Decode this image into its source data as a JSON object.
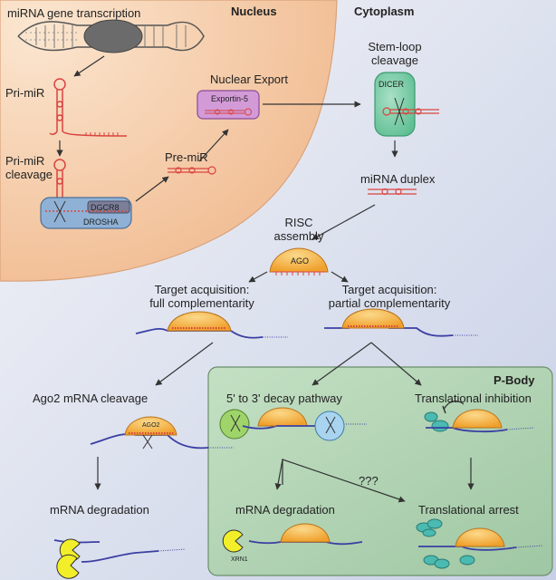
{
  "regions": {
    "nucleus": "Nucleus",
    "cytoplasm": "Cytoplasm",
    "pbody": "P-Body"
  },
  "steps": {
    "transcription": "miRNA gene transcription",
    "pri_mir": "Pri-miR",
    "pri_cleavage_1": "Pri-miR",
    "pri_cleavage_2": "cleavage",
    "pre_mir": "Pre-miR",
    "nuclear_export": "Nuclear Export",
    "stemloop_1": "Stem-loop",
    "stemloop_2": "cleavage",
    "duplex": "miRNA duplex",
    "risc_1": "RISC",
    "risc_2": "assembly",
    "full_1": "Target acquisition:",
    "full_2": "full complementarity",
    "partial_1": "Target acquisition:",
    "partial_2": "partial complementarity",
    "ago2_cleavage": "Ago2 mRNA cleavage",
    "degradation_left": "mRNA degradation",
    "decay": "5' to 3' decay pathway",
    "inhibition": "Translational inhibition",
    "degradation_right": "mRNA degradation",
    "arrest": "Translational arrest",
    "unknown": "???"
  },
  "proteins": {
    "dgcr8": "DGCR8",
    "drosha": "DROSHA",
    "exportin": "Exportin-5",
    "dicer": "DICER",
    "ago": "AGO",
    "ago2": "AGO2",
    "xrn1": "XRN1"
  },
  "colors": {
    "nucleus": "#f5c9a2",
    "cytoplasm": "#d6dcea",
    "pbody": "#b8d8b8",
    "rna_red": "#d9443f",
    "mrna_blue": "#3b3fa3",
    "ago_orange": "#f4a93a",
    "drosha_blue": "#8fb1d6",
    "exportin_purple": "#d39ad8",
    "dicer_green": "#78c9a5",
    "xrn1_yellow": "#f2ef2a",
    "ribosome_teal": "#4bbab0"
  }
}
